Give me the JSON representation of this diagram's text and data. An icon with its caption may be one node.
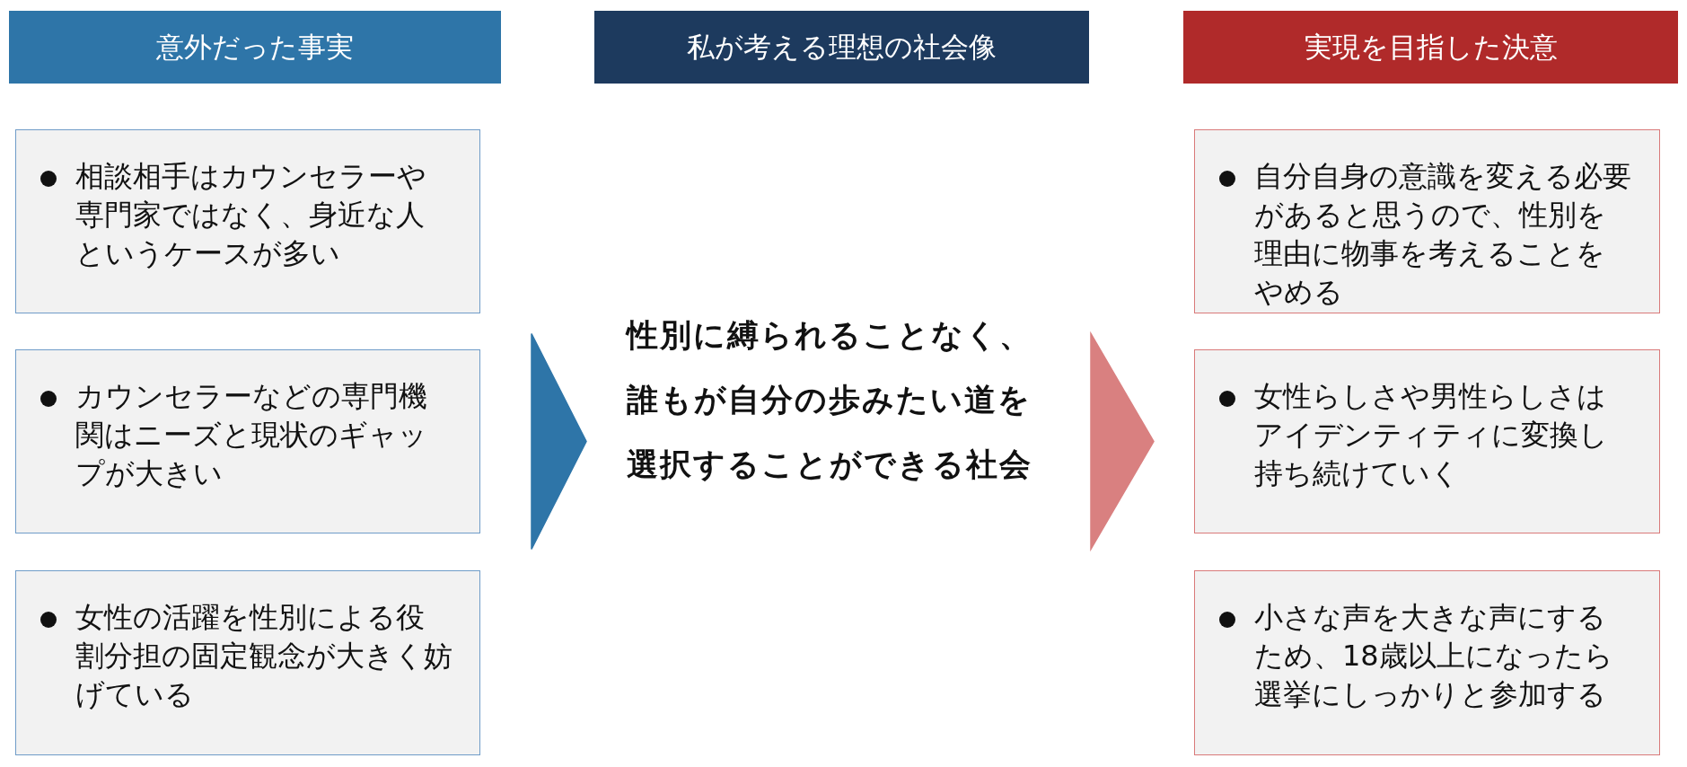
{
  "diagram": {
    "nodes": [
      {
        "text": [
          "意外だった事実"
        ]
      },
      {
        "text": [
          "私が考える理想の社会像"
        ]
      },
      {
        "text": [
          "実現を目指した決意"
        ]
      },
      {
        "text": [
          "相談相手はカウンセラーや専門家ではなく、身近な人というケースが多い"
        ]
      },
      {
        "text": [
          "カウンセラーなどの専門機関はニーズと現状のギャップが大きい"
        ]
      },
      {
        "text": [
          "女性の活躍を性別による役割分担の固定観念が大きく妨げている"
        ]
      },
      {
        "text": [
          "性別に縛られることなく、誰もが自分の歩みたい道を選択することができる社会"
        ]
      },
      {
        "text": [
          "自分自身の意識を変える必要があると思うので、性別を理由に物事を考えることをやめる"
        ]
      },
      {
        "text": [
          "女性らしさや男性らしさはアイデンティティに変換し持ち続けていく"
        ]
      },
      {
        "text": [
          "小さな声を大きな声にするため、18歳以上になったら選挙にしっかりと参加する"
        ]
      }
    ],
    "edges": [
      {
        "from": 4,
        "to": 6,
        "arrow": "to",
        "color": "#2e75a8"
      },
      {
        "from": 6,
        "to": 8,
        "arrow": "to",
        "color": "#d98080"
      }
    ]
  }
}
